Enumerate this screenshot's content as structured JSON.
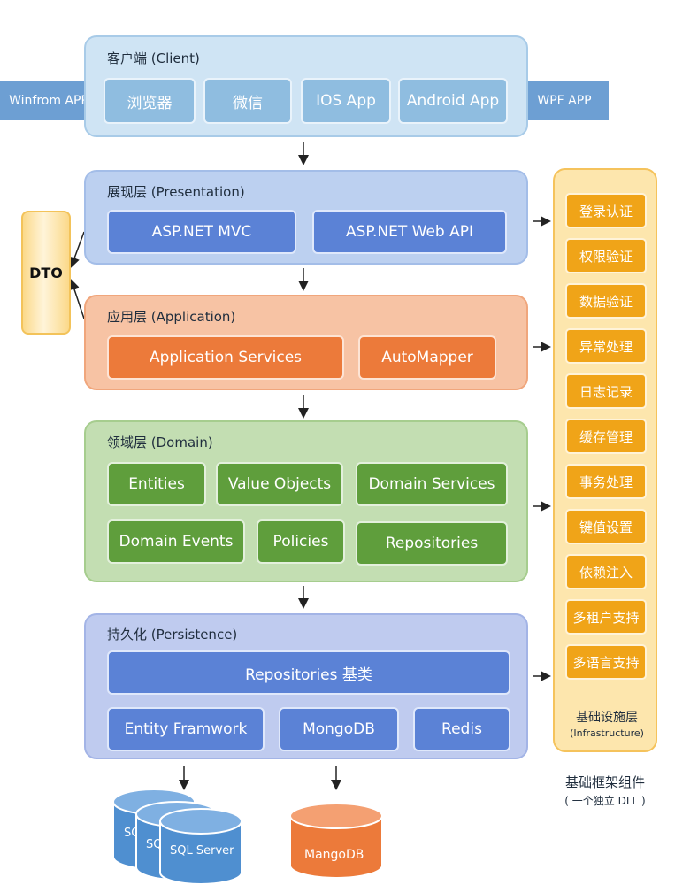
{
  "client": {
    "title": "客户端 (Client)",
    "items": [
      "浏览器",
      "微信",
      "IOS App",
      "Android App"
    ],
    "left_tab": "Winfrom APP",
    "right_tab": "WPF APP"
  },
  "presentation": {
    "title": "展现层 (Presentation)",
    "items": [
      "ASP.NET MVC",
      "ASP.NET Web API"
    ]
  },
  "application": {
    "title": "应用层 (Application)",
    "items": [
      "Application Services",
      "AutoMapper"
    ]
  },
  "domain": {
    "title": "领域层 (Domain)",
    "row1": [
      "Entities",
      "Value Objects",
      "Domain Services"
    ],
    "row2": [
      "Domain Events",
      "Policies",
      "Repositories"
    ]
  },
  "persistence": {
    "title": "持久化 (Persistence)",
    "base": "Repositories 基类",
    "items": [
      "Entity Framwork",
      "MongoDB",
      "Redis"
    ]
  },
  "dto": "DTO",
  "infrastructure": {
    "items": [
      "登录认证",
      "权限验证",
      "数据验证",
      "异常处理",
      "日志记录",
      "缓存管理",
      "事务处理",
      "键值设置",
      "依赖注入",
      "多租户支持",
      "多语言支持"
    ],
    "title": "基础设施层",
    "subtitle": "(Infrastructure)",
    "caption": "基础框架组件",
    "caption_sub": "( 一个独立 DLL )"
  },
  "databases": {
    "sql_partial_1": "SQ",
    "sql_partial_2": "SQ",
    "sql_label": "SQL Server",
    "mongo_label": "MangoDB"
  },
  "colors": {
    "client": "#cfe4f4",
    "presentation": "#bcd0f0",
    "application": "#f7c3a4",
    "domain": "#c3deb2",
    "persistence": "#bfcbef",
    "infrastructure": "#fbd98a",
    "sql_cylinder": "#4f8fd0",
    "mongo_cylinder": "#ec7a3a"
  }
}
